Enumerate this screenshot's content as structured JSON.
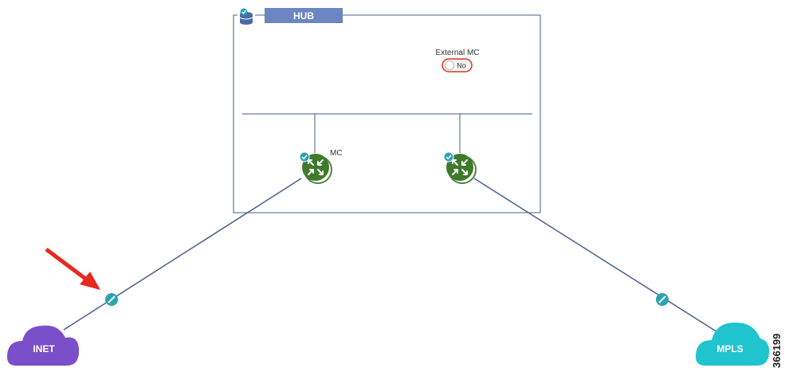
{
  "hub": {
    "title": "HUB"
  },
  "external_mc": {
    "label": "External MC",
    "toggle_value": "No"
  },
  "routers": [
    {
      "label": "MC"
    },
    {
      "label": ""
    }
  ],
  "clouds": {
    "inet": {
      "label": "INET",
      "color": "#7b4fc9"
    },
    "mpls": {
      "label": "MPLS",
      "color": "#1fc4cf"
    }
  },
  "figure_id": "366199",
  "colors": {
    "line": "#4a5f8a",
    "hub_tab": "#6b86c2",
    "router": "#3e7a2b",
    "check_badge": "#2aa3b0",
    "arrow": "#e8281e",
    "toggle_border": "#d9342b"
  }
}
